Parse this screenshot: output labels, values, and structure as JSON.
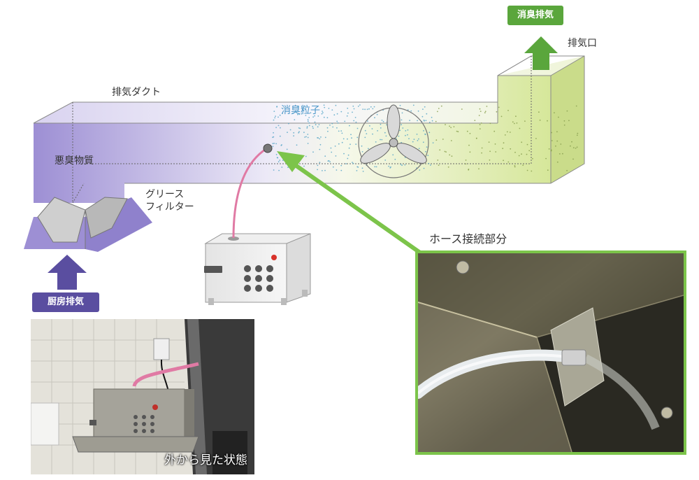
{
  "labels": {
    "deodorized_exhaust": "消臭排気",
    "exhaust_port": "排気口",
    "exhaust_duct": "排気ダクト",
    "deodorant_particles": "消臭粒子",
    "malodorous_substances": "悪臭物質",
    "grease_filter_line1": "グリース",
    "grease_filter_line2": "フィルター",
    "kitchen_exhaust": "厨房排気",
    "hose_connection": "ホース接続部分",
    "external_view": "外から見た状態"
  },
  "colors": {
    "duct_start": "#9d8fd4",
    "duct_end": "#d6e79a",
    "kitchen_badge": "#5a4ea0",
    "deodorized_badge": "#5aa63c",
    "green_arrow": "#7cc44a",
    "hose": "#e07aa4",
    "particles": "#5aa7c8"
  },
  "icons": {
    "fan": "fan-icon",
    "up_arrow_green": "arrow-up-icon",
    "up_arrow_purple": "arrow-up-icon",
    "pointer_arrow": "arrow-pointer-icon"
  }
}
